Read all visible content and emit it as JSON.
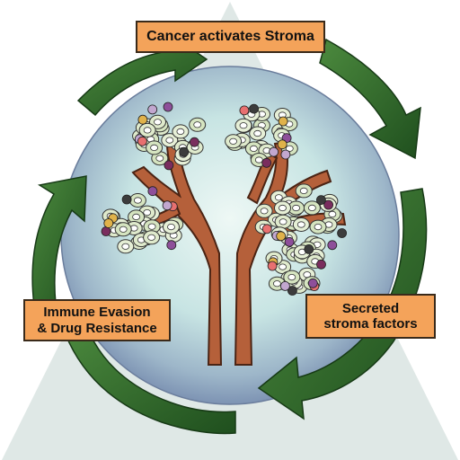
{
  "labels": {
    "top": "Cancer activates Stroma",
    "right_line1": "Secreted",
    "right_line2": "stroma factors",
    "left_line1": "Immune Evasion",
    "left_line2": "& Drug Resistance"
  },
  "colors": {
    "label_fill": "#f4a35a",
    "arrow_green": "#2f6b2c",
    "trunk": "#b5603a",
    "background_triangle": "#dfe8e6",
    "sphere_center": "#eaf6f4",
    "sphere_edge": "#7d93b3"
  }
}
